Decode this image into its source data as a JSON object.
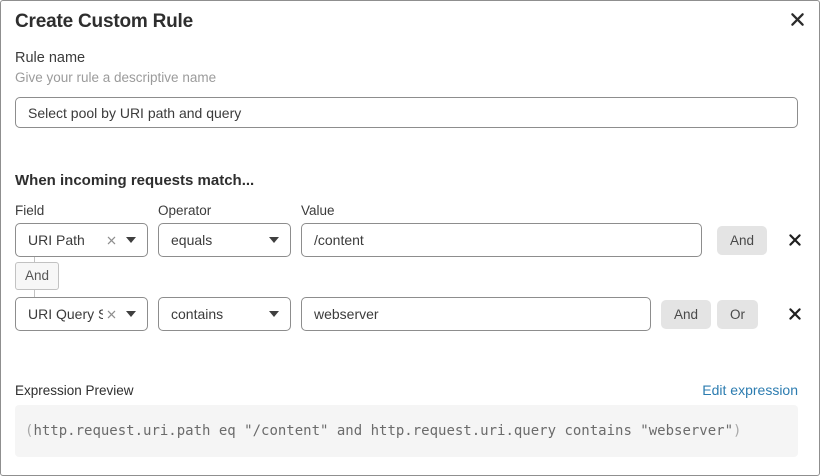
{
  "dialog": {
    "title": "Create Custom Rule"
  },
  "rule_name": {
    "label": "Rule name",
    "helper": "Give your rule a descriptive name",
    "value": "Select pool by URI path and query"
  },
  "match": {
    "heading": "When incoming requests match...",
    "columns": {
      "field": "Field",
      "operator": "Operator",
      "value": "Value"
    },
    "connector_label": "And",
    "rows": [
      {
        "field": "URI Path",
        "operator": "equals",
        "value": "/content",
        "and_label": "And"
      },
      {
        "field": "URI Query St...",
        "operator": "contains",
        "value": "webserver",
        "and_label": "And",
        "or_label": "Or"
      }
    ]
  },
  "expression": {
    "label": "Expression Preview",
    "edit_link": "Edit expression",
    "paren_open": "(",
    "body": "http.request.uri.path eq \"/content\" and http.request.uri.query contains \"webserver\"",
    "paren_close": ")"
  },
  "icons": {
    "close": "x-icon",
    "remove_row": "x-icon",
    "clear_selection": "small-x-icon",
    "dropdown": "caret-down-icon"
  },
  "colors": {
    "link_blue": "#2c7cb0",
    "button_gray": "#e4e4e4",
    "input_border_gray": "#8d8d8d",
    "code_background": "#f5f5f5",
    "connector_border": "#c2c2c2"
  }
}
